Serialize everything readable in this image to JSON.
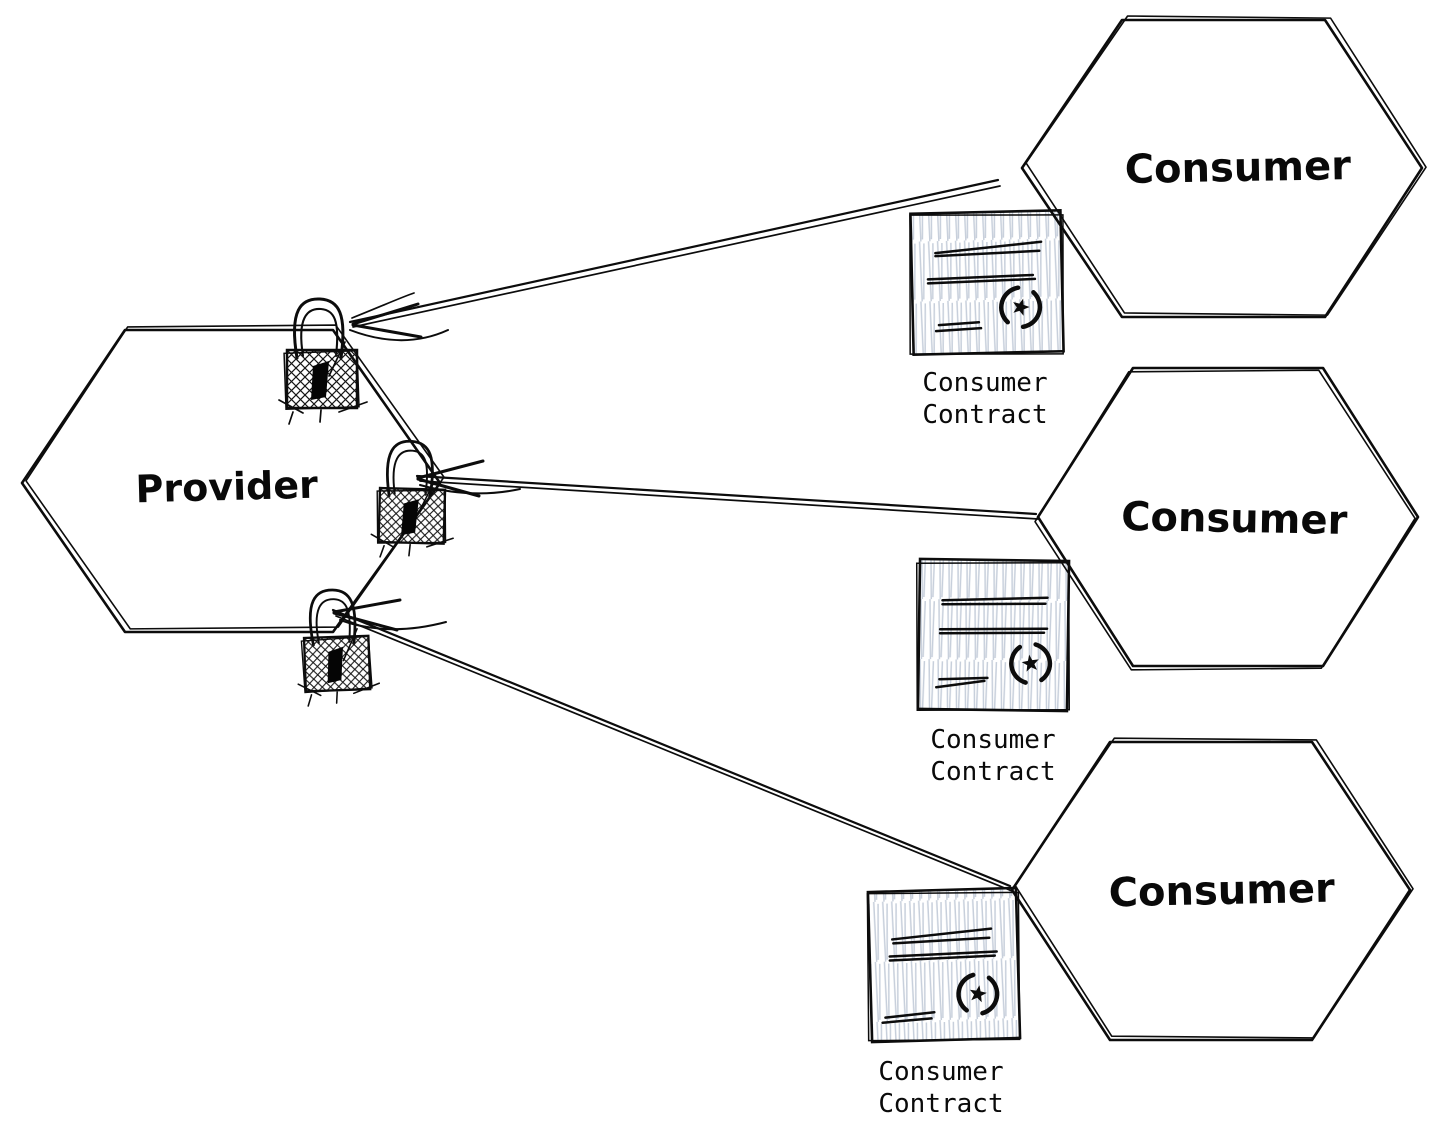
{
  "diagram": {
    "provider": {
      "label": "Provider"
    },
    "consumers": [
      {
        "label": "Consumer"
      },
      {
        "label": "Consumer"
      },
      {
        "label": "Consumer"
      }
    ],
    "contracts": [
      {
        "line1": "Consumer",
        "line2": "Contract"
      },
      {
        "line1": "Consumer",
        "line2": "Contract"
      },
      {
        "line1": "Consumer",
        "line2": "Contract"
      }
    ],
    "connections": [
      {
        "from": "consumer-1",
        "to": "provider-lock-1",
        "style": "double-line-arrow"
      },
      {
        "from": "consumer-2",
        "to": "provider-lock-2",
        "style": "double-line-arrow"
      },
      {
        "from": "consumer-3",
        "to": "provider-lock-3",
        "style": "double-line-arrow"
      }
    ],
    "icons": {
      "lock": "padlock-icon",
      "contract": "contract-document-icon",
      "seal": "seal-star-icon"
    },
    "colors": {
      "stroke": "#0c0c0c",
      "document_hatch": "#c7cfdb",
      "background": "#ffffff"
    }
  }
}
